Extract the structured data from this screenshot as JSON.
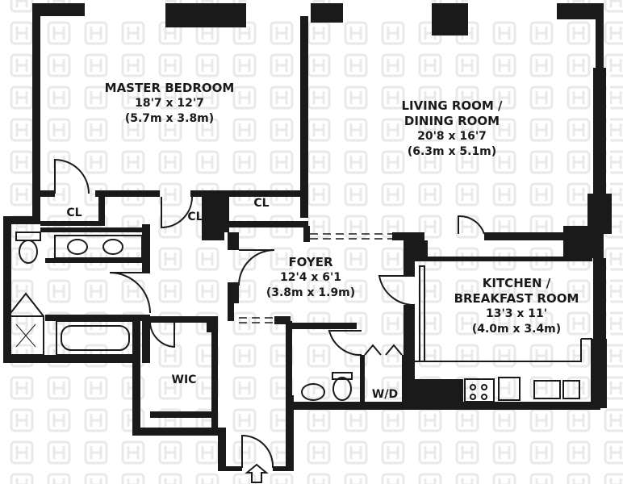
{
  "rooms": {
    "master_bedroom": {
      "name": "MASTER BEDROOM",
      "dim_imperial": "18'7 x 12'7",
      "dim_metric": "(5.7m x 3.8m)"
    },
    "living_room": {
      "name_line1": "LIVING ROOM /",
      "name_line2": "DINING ROOM",
      "dim_imperial": "20'8 x 16'7",
      "dim_metric": "(6.3m x 5.1m)"
    },
    "foyer": {
      "name": "FOYER",
      "dim_imperial": "12'4 x 6'1",
      "dim_metric": "(3.8m x 1.9m)"
    },
    "kitchen": {
      "name_line1": "KITCHEN /",
      "name_line2": "BREAKFAST ROOM",
      "dim_imperial": "13'3 x 11'",
      "dim_metric": "(4.0m x 3.4m)"
    }
  },
  "labels": {
    "closet_1": "CL",
    "closet_2": "CL",
    "closet_3": "CL",
    "walk_in_closet": "WIC",
    "washer_dryer": "W/D"
  },
  "icons": {
    "entry": "entry-arrow-icon",
    "watermark": "watermark-logo-icon"
  },
  "colors": {
    "wall": "#1a1a1a",
    "floor": "#ffffff",
    "watermark": "#ececec"
  }
}
